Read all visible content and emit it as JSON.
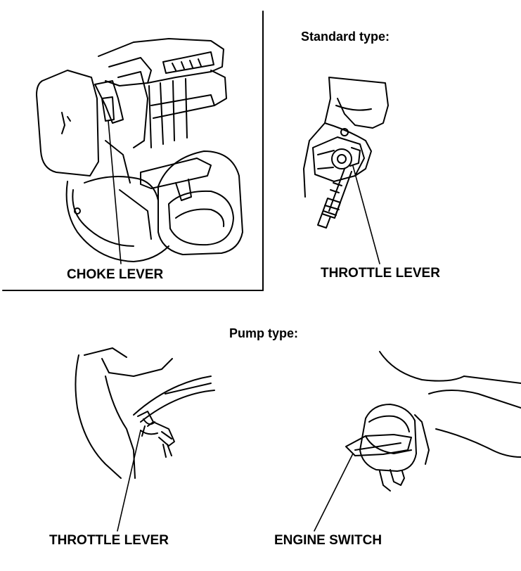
{
  "labels": {
    "choke_lever": "CHOKE LEVER",
    "standard_header": "Standard type:",
    "standard_throttle": "THROTTLE LEVER",
    "pump_header": "Pump type:",
    "pump_throttle": "THROTTLE LEVER",
    "engine_switch": "ENGINE SWITCH"
  }
}
